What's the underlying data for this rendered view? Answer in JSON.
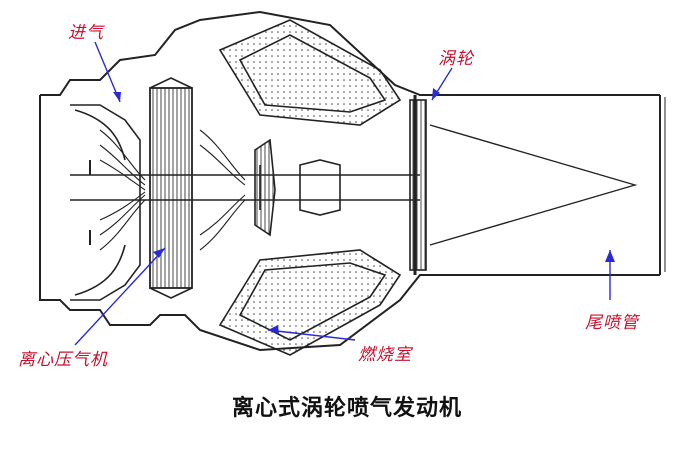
{
  "labels": {
    "intake": "进气",
    "turbine": "涡轮",
    "compressor": "离心压气机",
    "combustor": "燃烧室",
    "nozzle": "尾喷管"
  },
  "caption": "离心式涡轮喷气发动机",
  "colors": {
    "label": "#c8102e",
    "leader": "#2b2bd6",
    "outline": "#222222",
    "hatch": "#555555"
  }
}
